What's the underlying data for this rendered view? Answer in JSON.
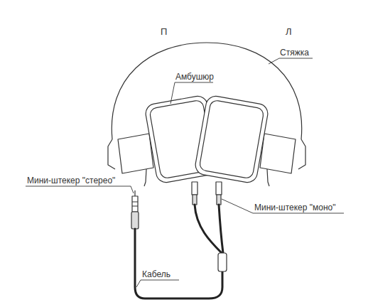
{
  "diagram": {
    "labels": [
      "П",
      "Л",
      "Стяжка",
      "Амбушюр",
      "Мини-штекер \"стерео\"",
      "Мини-штекер \"моно\"",
      "Кабель"
    ]
  }
}
